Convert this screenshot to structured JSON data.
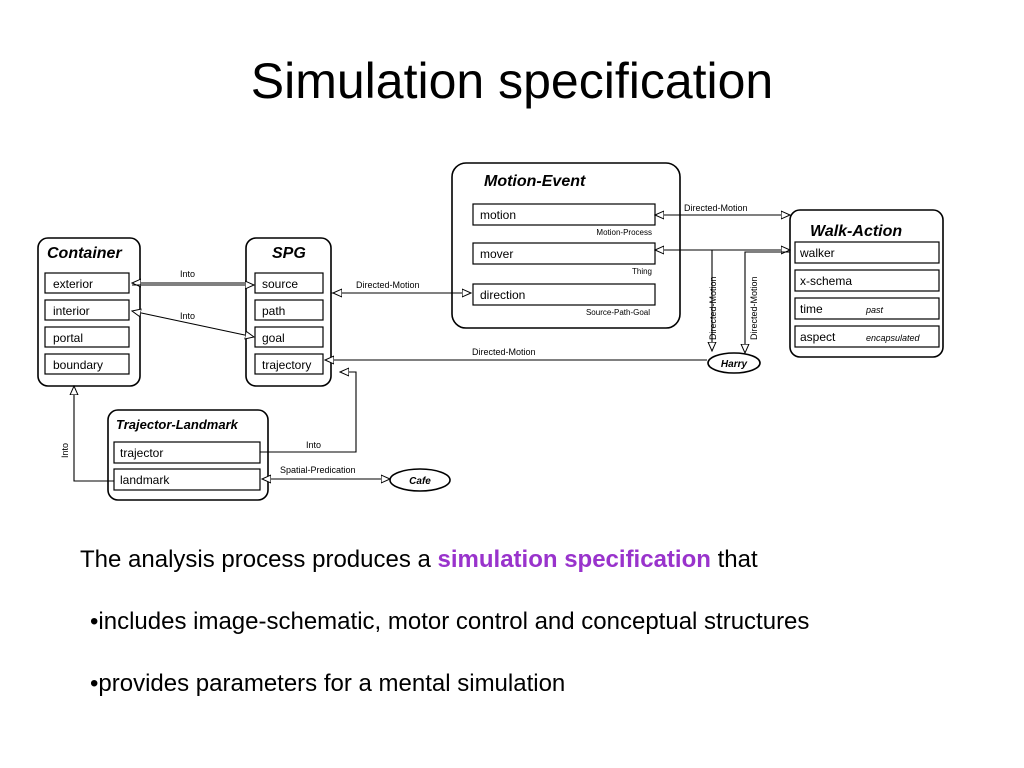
{
  "slide": {
    "title": "Simulation specification",
    "text": {
      "intro_before": "The analysis process produces a ",
      "intro_highlight": "simulation specification",
      "intro_after": " that",
      "bullets": [
        "•includes image-schematic, motor control and conceptual structures",
        "•provides parameters for a mental simulation"
      ]
    },
    "colors": {
      "highlight": "#9933cc"
    }
  },
  "diagram": {
    "schemas": {
      "container": {
        "title": "Container",
        "slots": [
          "exterior",
          "interior",
          "portal",
          "boundary"
        ]
      },
      "spg": {
        "title": "SPG",
        "slots": [
          "source",
          "path",
          "goal",
          "trajectory"
        ]
      },
      "motion_event": {
        "title": "Motion-Event",
        "slots": [
          "motion",
          "mover",
          "direction"
        ],
        "slot_types": [
          "Motion-Process",
          "Thing",
          "Source-Path-Goal"
        ]
      },
      "walk_action": {
        "title": "Walk-Action",
        "slots": [
          "walker",
          "x-schema",
          "time",
          "aspect"
        ],
        "slot_values": [
          "past",
          "encapsulated"
        ]
      },
      "trajector_landmark": {
        "title": "Trajector-Landmark",
        "slots": [
          "trajector",
          "landmark"
        ]
      }
    },
    "entities": {
      "harry": "Harry",
      "cafe": "Cafe"
    },
    "edges": {
      "into": "Into",
      "directed_motion": "Directed-Motion",
      "spatial_predication": "Spatial-Predication"
    }
  }
}
